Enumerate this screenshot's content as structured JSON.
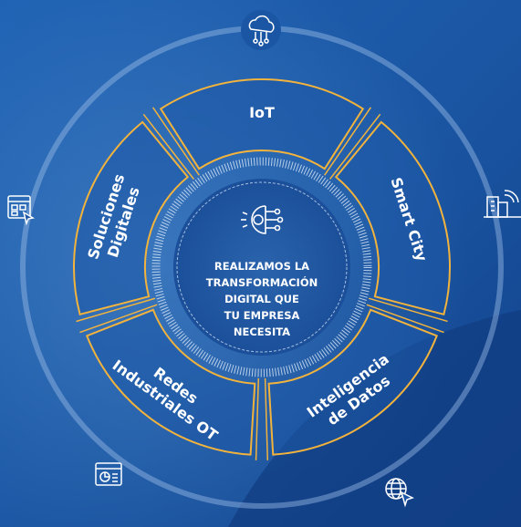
{
  "center": {
    "lines": [
      "REALIZAMOS LA",
      "TRANSFORMACIÓN",
      "DIGITAL QUE",
      "TU EMPRESA",
      "NECESITA"
    ],
    "icon": "digital-brain-icon"
  },
  "segments": [
    {
      "id": "iot",
      "lines": [
        "IoT"
      ]
    },
    {
      "id": "smart-city",
      "lines": [
        "Smart City"
      ]
    },
    {
      "id": "inteligencia-de-datos",
      "lines": [
        "Inteligencia",
        "de Datos"
      ]
    },
    {
      "id": "redes-industriales-ot",
      "lines": [
        "Redes",
        "Industriales OT"
      ]
    },
    {
      "id": "soluciones-digitales",
      "lines": [
        "Soluciones",
        "Digitales"
      ]
    }
  ],
  "outer_icons": [
    {
      "id": "iot",
      "icon": "cloud-network-icon"
    },
    {
      "id": "smart-city",
      "icon": "smart-building-icon"
    },
    {
      "id": "inteligencia-de-datos",
      "icon": "globe-cursor-icon"
    },
    {
      "id": "redes-industriales-ot",
      "icon": "browser-chart-icon"
    },
    {
      "id": "soluciones-digitales",
      "icon": "web-app-cursor-icon"
    }
  ],
  "colors": {
    "accent": "#f2b33d",
    "background": "#1b5aa7",
    "segment_fill": "#1d58a6",
    "text": "#ffffff"
  }
}
